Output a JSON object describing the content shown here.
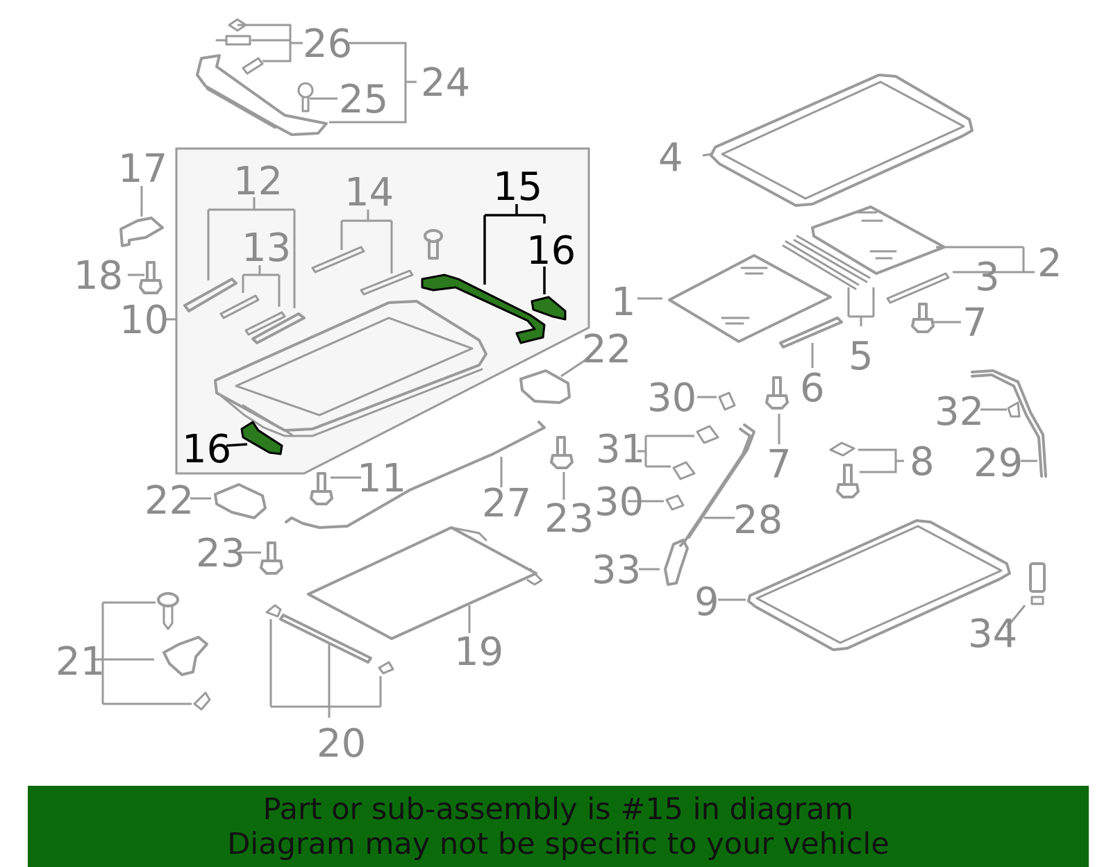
{
  "diagram": {
    "callouts": [
      {
        "id": "1",
        "label": "1",
        "highlighted": false
      },
      {
        "id": "2",
        "label": "2",
        "highlighted": false
      },
      {
        "id": "3",
        "label": "3",
        "highlighted": false
      },
      {
        "id": "4",
        "label": "4",
        "highlighted": false
      },
      {
        "id": "5",
        "label": "5",
        "highlighted": false
      },
      {
        "id": "6",
        "label": "6",
        "highlighted": false
      },
      {
        "id": "7a",
        "label": "7",
        "highlighted": false
      },
      {
        "id": "7b",
        "label": "7",
        "highlighted": false
      },
      {
        "id": "8",
        "label": "8",
        "highlighted": false
      },
      {
        "id": "9",
        "label": "9",
        "highlighted": false
      },
      {
        "id": "10",
        "label": "10",
        "highlighted": false
      },
      {
        "id": "11",
        "label": "11",
        "highlighted": false
      },
      {
        "id": "12",
        "label": "12",
        "highlighted": false
      },
      {
        "id": "13",
        "label": "13",
        "highlighted": false
      },
      {
        "id": "14",
        "label": "14",
        "highlighted": false
      },
      {
        "id": "15",
        "label": "15",
        "highlighted": true
      },
      {
        "id": "16a",
        "label": "16",
        "highlighted": true
      },
      {
        "id": "16b",
        "label": "16",
        "highlighted": true
      },
      {
        "id": "17",
        "label": "17",
        "highlighted": false
      },
      {
        "id": "18",
        "label": "18",
        "highlighted": false
      },
      {
        "id": "19",
        "label": "19",
        "highlighted": false
      },
      {
        "id": "20",
        "label": "20",
        "highlighted": false
      },
      {
        "id": "21",
        "label": "21",
        "highlighted": false
      },
      {
        "id": "22a",
        "label": "22",
        "highlighted": false
      },
      {
        "id": "22b",
        "label": "22",
        "highlighted": false
      },
      {
        "id": "23a",
        "label": "23",
        "highlighted": false
      },
      {
        "id": "23b",
        "label": "23",
        "highlighted": false
      },
      {
        "id": "24",
        "label": "24",
        "highlighted": false
      },
      {
        "id": "25",
        "label": "25",
        "highlighted": false
      },
      {
        "id": "26",
        "label": "26",
        "highlighted": false
      },
      {
        "id": "27",
        "label": "27",
        "highlighted": false
      },
      {
        "id": "28",
        "label": "28",
        "highlighted": false
      },
      {
        "id": "29",
        "label": "29",
        "highlighted": false
      },
      {
        "id": "30a",
        "label": "30",
        "highlighted": false
      },
      {
        "id": "30b",
        "label": "30",
        "highlighted": false
      },
      {
        "id": "31",
        "label": "31",
        "highlighted": false
      },
      {
        "id": "32",
        "label": "32",
        "highlighted": false
      },
      {
        "id": "33",
        "label": "33",
        "highlighted": false
      },
      {
        "id": "34",
        "label": "34",
        "highlighted": false
      }
    ]
  },
  "colors": {
    "highlight_part": "#2b7a1e",
    "banner_background": "#0b6b0b",
    "callout_gray": "#8c8c8c",
    "callout_highlighted": "#000000"
  },
  "banner": {
    "line1": "Part or sub-assembly is #15 in diagram",
    "line2": "Diagram may not be specific to your vehicle"
  }
}
